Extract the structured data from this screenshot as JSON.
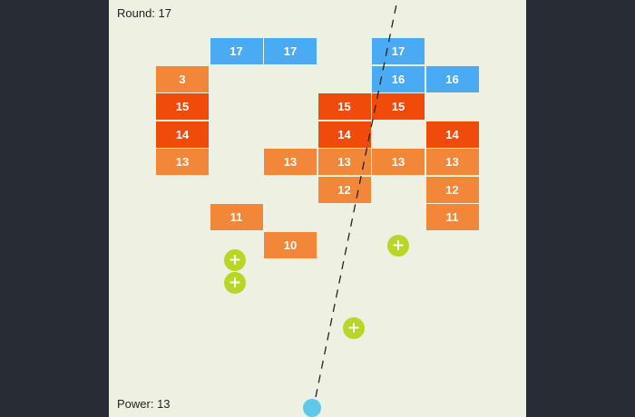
{
  "hud": {
    "round_label": "Round: 17",
    "power_label": "Power: 13"
  },
  "colors": {
    "outer_background": "#282c34",
    "board_background": "#eef0e2",
    "blue": "#4aaaf4",
    "orange": "#f2873a",
    "red": "#f14b0c",
    "pickup": "#b7d628",
    "ball": "#5ec8ea",
    "aim_line": "#222222",
    "text": "#ffffff"
  },
  "grid": {
    "columns": 7,
    "rows": 9
  },
  "bricks": [
    {
      "col": 1,
      "row": 0,
      "value": "17",
      "color": "blue"
    },
    {
      "col": 2,
      "row": 0,
      "value": "17",
      "color": "blue"
    },
    {
      "col": 4,
      "row": 0,
      "value": "17",
      "color": "blue"
    },
    {
      "col": 0,
      "row": 1,
      "value": "3",
      "color": "orange"
    },
    {
      "col": 4,
      "row": 1,
      "value": "16",
      "color": "blue"
    },
    {
      "col": 5,
      "row": 1,
      "value": "16",
      "color": "blue"
    },
    {
      "col": 0,
      "row": 2,
      "value": "15",
      "color": "red"
    },
    {
      "col": 3,
      "row": 2,
      "value": "15",
      "color": "red"
    },
    {
      "col": 4,
      "row": 2,
      "value": "15",
      "color": "red"
    },
    {
      "col": 0,
      "row": 3,
      "value": "14",
      "color": "red"
    },
    {
      "col": 3,
      "row": 3,
      "value": "14",
      "color": "red"
    },
    {
      "col": 5,
      "row": 3,
      "value": "14",
      "color": "red"
    },
    {
      "col": 0,
      "row": 4,
      "value": "13",
      "color": "orange"
    },
    {
      "col": 2,
      "row": 4,
      "value": "13",
      "color": "orange"
    },
    {
      "col": 3,
      "row": 4,
      "value": "13",
      "color": "orange"
    },
    {
      "col": 4,
      "row": 4,
      "value": "13",
      "color": "orange"
    },
    {
      "col": 5,
      "row": 4,
      "value": "13",
      "color": "orange"
    },
    {
      "col": 3,
      "row": 5,
      "value": "12",
      "color": "orange"
    },
    {
      "col": 5,
      "row": 5,
      "value": "12",
      "color": "orange"
    },
    {
      "col": 1,
      "row": 6,
      "value": "11",
      "color": "orange"
    },
    {
      "col": 5,
      "row": 6,
      "value": "11",
      "color": "orange"
    },
    {
      "col": 2,
      "row": 7,
      "value": "10",
      "color": "orange"
    }
  ],
  "pickups": [
    {
      "icon": "plus-icon",
      "symbol": "+"
    },
    {
      "icon": "plus-icon",
      "symbol": "+"
    },
    {
      "icon": "plus-icon",
      "symbol": "+"
    },
    {
      "icon": "plus-icon",
      "symbol": "+"
    }
  ]
}
